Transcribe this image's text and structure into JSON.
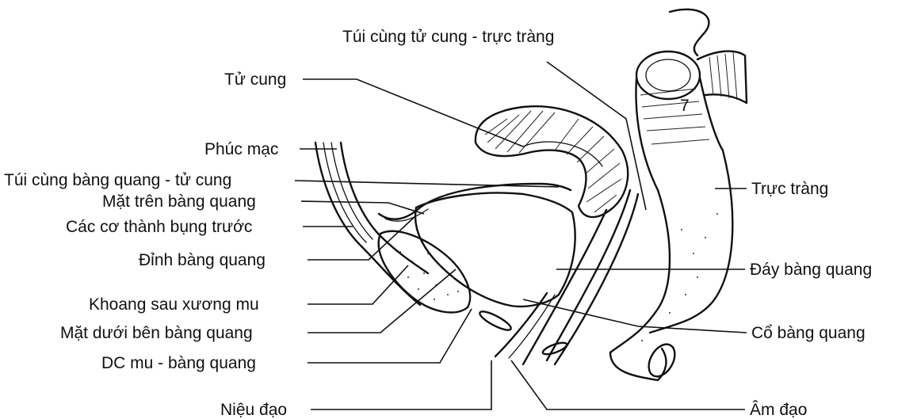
{
  "labels": {
    "tui_cung_tu_cung_truc_trang": "Túi cùng tử cung - trực tràng",
    "tu_cung": "Tử cung",
    "phuc_mac": "Phúc mạc",
    "tui_cung_bang_quang_tu_cung": "Túi cùng bàng quang - tử cung",
    "mat_tren_bang_quang": "Mặt trên bàng quang",
    "cac_co_thanh_bung_truoc": "Các cơ thành bụng trước",
    "dinh_bang_quang": "Đỉnh bàng quang",
    "khoang_sau_xuong_mu": "Khoang sau xương mu",
    "mat_duoi_ben_bang_quang": "Mặt dưới bên bàng quang",
    "dc_mu_bang_quang": "DC mu - bàng quang",
    "nieu_dao": "Niệu đạo",
    "truc_trang": "Trực tràng",
    "day_bang_quang": "Đáy bàng quang",
    "co_bang_quang": "Cổ bàng quang",
    "am_dao": "Âm đạo",
    "marker_7": "7"
  }
}
